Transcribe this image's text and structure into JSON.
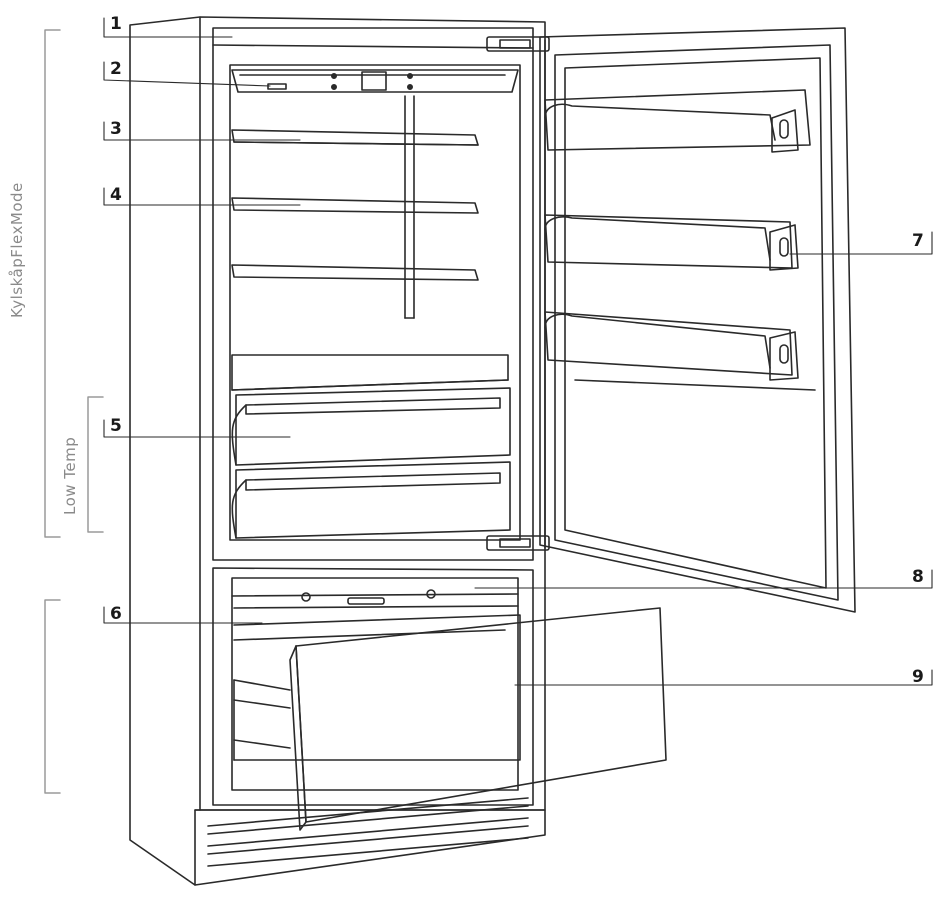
{
  "diagram": {
    "callouts": [
      {
        "id": "1",
        "label": "1"
      },
      {
        "id": "2",
        "label": "2"
      },
      {
        "id": "3",
        "label": "3"
      },
      {
        "id": "4",
        "label": "4"
      },
      {
        "id": "5",
        "label": "5"
      },
      {
        "id": "6",
        "label": "6"
      },
      {
        "id": "7",
        "label": "7"
      },
      {
        "id": "8",
        "label": "8"
      },
      {
        "id": "9",
        "label": "9"
      }
    ],
    "side_labels": {
      "main": "KylskåpFlexMode",
      "low": "Low Temp"
    },
    "colors": {
      "line": "#2a2a2a",
      "bracket": "#9a9a9a",
      "label_grey": "#8a8a8a"
    }
  }
}
